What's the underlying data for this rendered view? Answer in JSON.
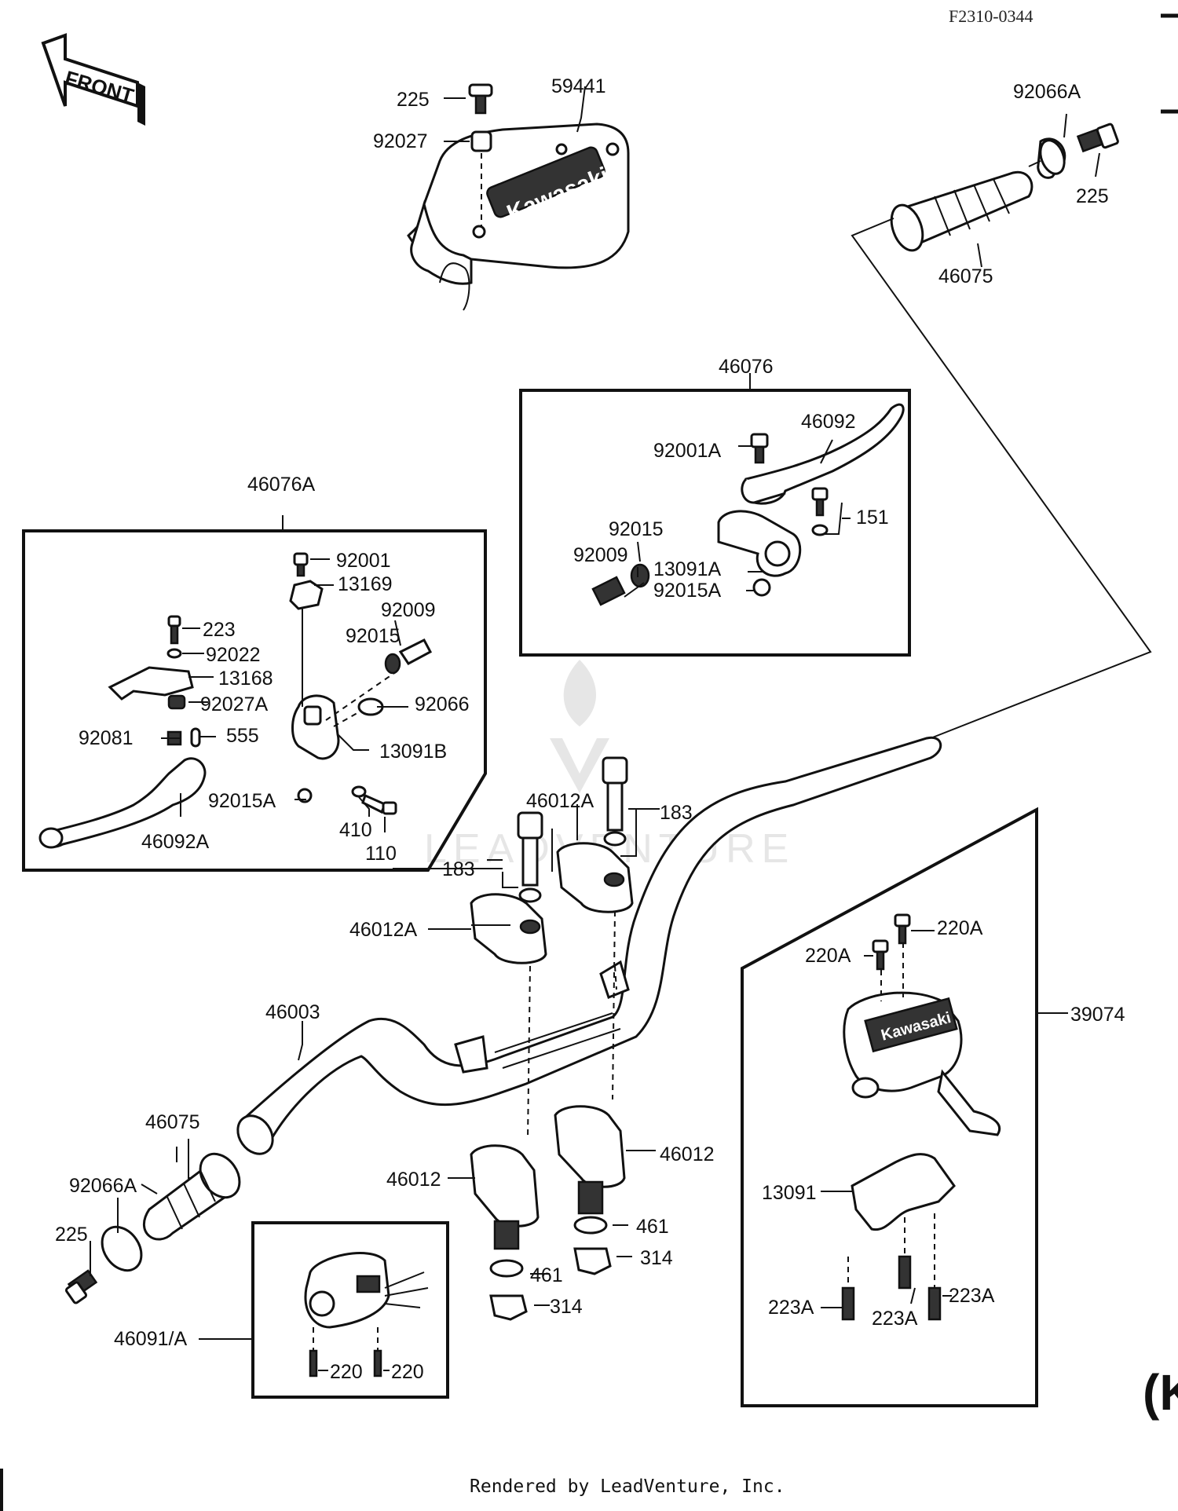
{
  "diagram": {
    "ref_code": "F2310-0344",
    "front_badge": "FRONT",
    "brand_mark": "Kawasaki",
    "watermark": "LEADVENTURE",
    "footer": "Rendered by LeadVenture, Inc.",
    "corner_glyph": "(K",
    "part_labels": {
      "l225_top": "225",
      "l59441": "59441",
      "l92027": "92027",
      "l92066A_top": "92066A",
      "l225_right": "225",
      "l46075_top": "46075",
      "l46076": "46076",
      "l46092": "46092",
      "l92001A": "92001A",
      "l151": "151",
      "l92015_r": "92015",
      "l92009_r": "92009",
      "l13091A": "13091A",
      "l92015A_r": "92015A",
      "l46076A": "46076A",
      "l92001": "92001",
      "l13169": "13169",
      "l92009_l": "92009",
      "l92015_l": "92015",
      "l223": "223",
      "l92022": "92022",
      "l13168": "13168",
      "l92027A": "92027A",
      "l92066": "92066",
      "l92081": "92081",
      "l555": "555",
      "l13091B": "13091B",
      "l92015A_l": "92015A",
      "l46092A": "46092A",
      "l410": "410",
      "l110": "110",
      "l46012A_a": "46012A",
      "l183_a": "183",
      "l183_b": "183",
      "l46012A_b": "46012A",
      "l220A_a": "220A",
      "l220A_b": "220A",
      "l39074": "39074",
      "l46003": "46003",
      "l46075_bot": "46075",
      "l92066A_bot": "92066A",
      "l225_bot": "225",
      "l46012_a": "46012",
      "l46012_b": "46012",
      "l461_a": "461",
      "l314_a": "314",
      "l461_b": "461",
      "l314_b": "314",
      "l13091": "13091",
      "l223A_a": "223A",
      "l223A_b": "223A",
      "l223A_c": "223A",
      "l46091A": "46091/A",
      "l220_a": "220",
      "l220_b": "220"
    }
  }
}
